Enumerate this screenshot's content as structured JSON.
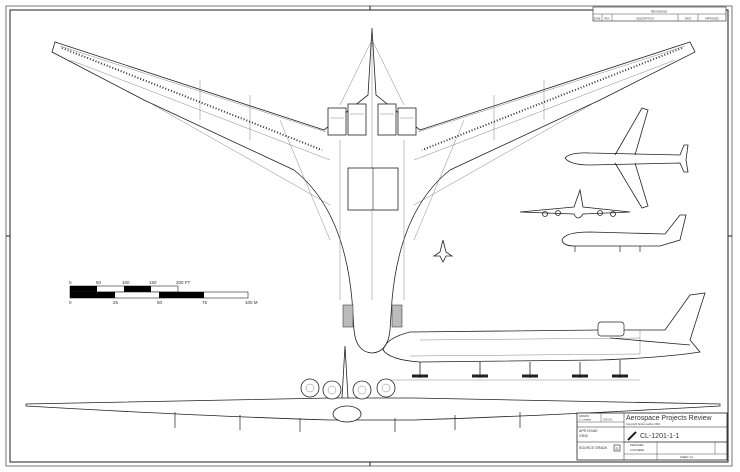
{
  "revisions": {
    "title": "REVISIONS",
    "columns": [
      "ZONE",
      "REV",
      "DESCRIPTION",
      "DATE",
      "APPROVED"
    ]
  },
  "scale_bar": {
    "feet_labels": [
      "0",
      "50",
      "100",
      "150",
      "200 FT"
    ],
    "meter_labels": [
      "0",
      "25",
      "50",
      "75",
      "100 M"
    ]
  },
  "title_block": {
    "publisher": "Aerospace Projects Review",
    "copyright": "Copyright Scott Lowther 2001",
    "drawing_number": "CL-1201-1-1",
    "drawn_label": "DRAWN",
    "drawn_by": "S. Lowther",
    "date": "2001-01",
    "issue": "APR ISSUE",
    "issue_number": "V3N3",
    "source_grade_label": "SOURCE GRADE",
    "source_grade": "D",
    "scale_label": "DESIGNED",
    "designer": "LOCKHEED",
    "sheet": "SHEET 1/1"
  },
  "colors": {
    "line": "#222222",
    "paper": "#ffffff",
    "fill": "#000000"
  }
}
